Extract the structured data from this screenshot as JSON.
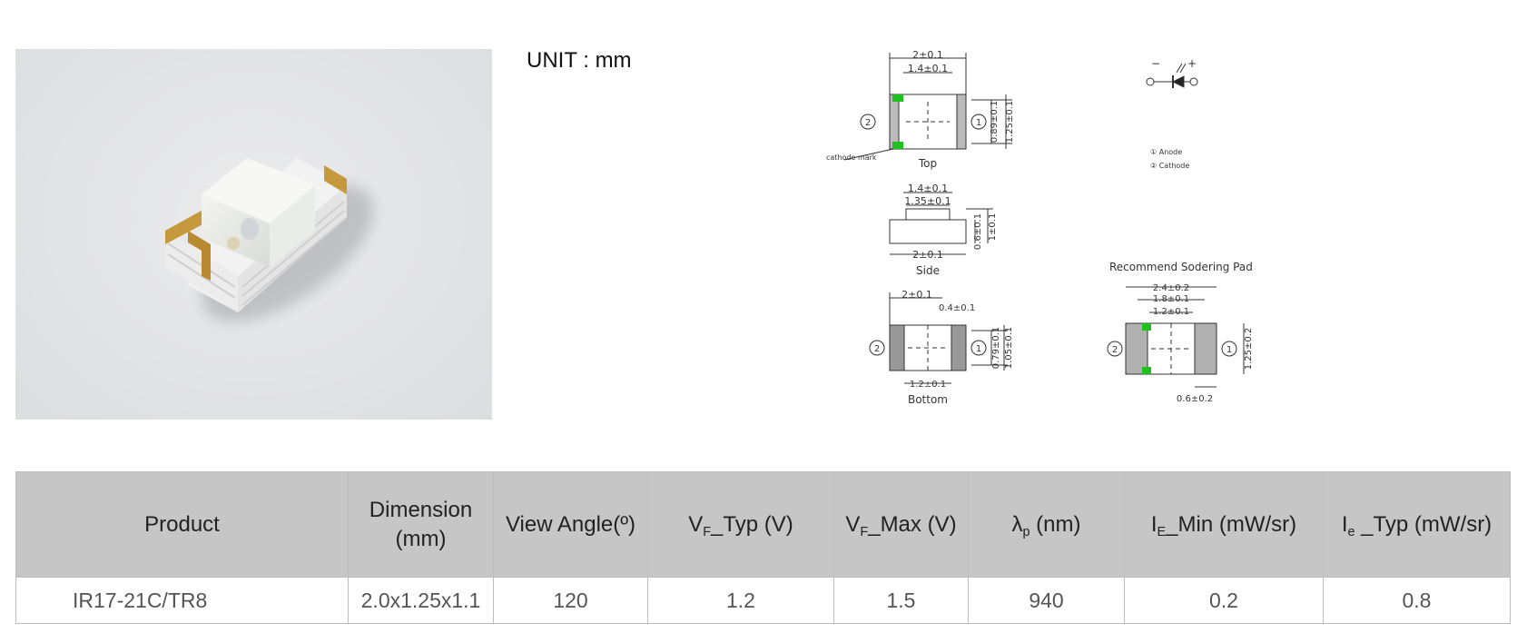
{
  "unit_label": "UNIT : mm",
  "drawing": {
    "top_width": "2±0.1",
    "top_inner_width": "1.4±0.1",
    "top_h1": "0.89±0.1",
    "top_h2": "1.25±0.1",
    "cathode_mark": "cathode mark",
    "top_label": "Top",
    "pin1": "1",
    "pin2": "2",
    "minus": "−",
    "plus": "+",
    "legend_anode": "① Anode",
    "legend_cathode": "② Cathode",
    "side_w1": "1.4±0.1",
    "side_w2": "1.35±0.1",
    "side_h1": "0.6±0.1",
    "side_h2": "1±0.1",
    "side_w3": "2±0.1",
    "side_label": "Side",
    "bottom_w": "2±0.1",
    "bottom_pad": "0.4±0.1",
    "bottom_h1": "0.79±0.1",
    "bottom_h2": "1.05±0.1",
    "bottom_w2": "1.2±0.1",
    "bottom_label": "Bottom",
    "pad_title": "Recommend Sodering Pad",
    "pad_w1": "2.4±0.2",
    "pad_w2": "1.8±0.1",
    "pad_w3": "1.2±0.1",
    "pad_h": "1.25±0.2",
    "pad_w4": "0.6±0.2"
  },
  "table": {
    "headers": {
      "product": "Product",
      "dimension": "Dimension",
      "dimension_unit": "(mm)",
      "view_angle": "View Angle(º)",
      "vf_typ_pre": "V",
      "vf_typ_sub": "F",
      "vf_typ_post": "_Typ (V)",
      "vf_max_pre": "V",
      "vf_max_sub": "F",
      "vf_max_post": "_Max (V)",
      "lambda_pre": "λ",
      "lambda_sub": "p",
      "lambda_post": " (nm)",
      "ie_min_pre": "I",
      "ie_min_sub": "E",
      "ie_min_post": "_Min (mW/sr)",
      "ie_typ_pre": "I",
      "ie_typ_sub": "e",
      "ie_typ_post": " _Typ (mW/sr)"
    },
    "row": {
      "product": "IR17-21C/TR8",
      "dimension": "2.0x1.25x1.1",
      "view_angle": "120",
      "vf_typ": "1.2",
      "vf_max": "1.5",
      "lambda": "940",
      "ie_min": "0.2",
      "ie_typ": "0.8"
    }
  }
}
